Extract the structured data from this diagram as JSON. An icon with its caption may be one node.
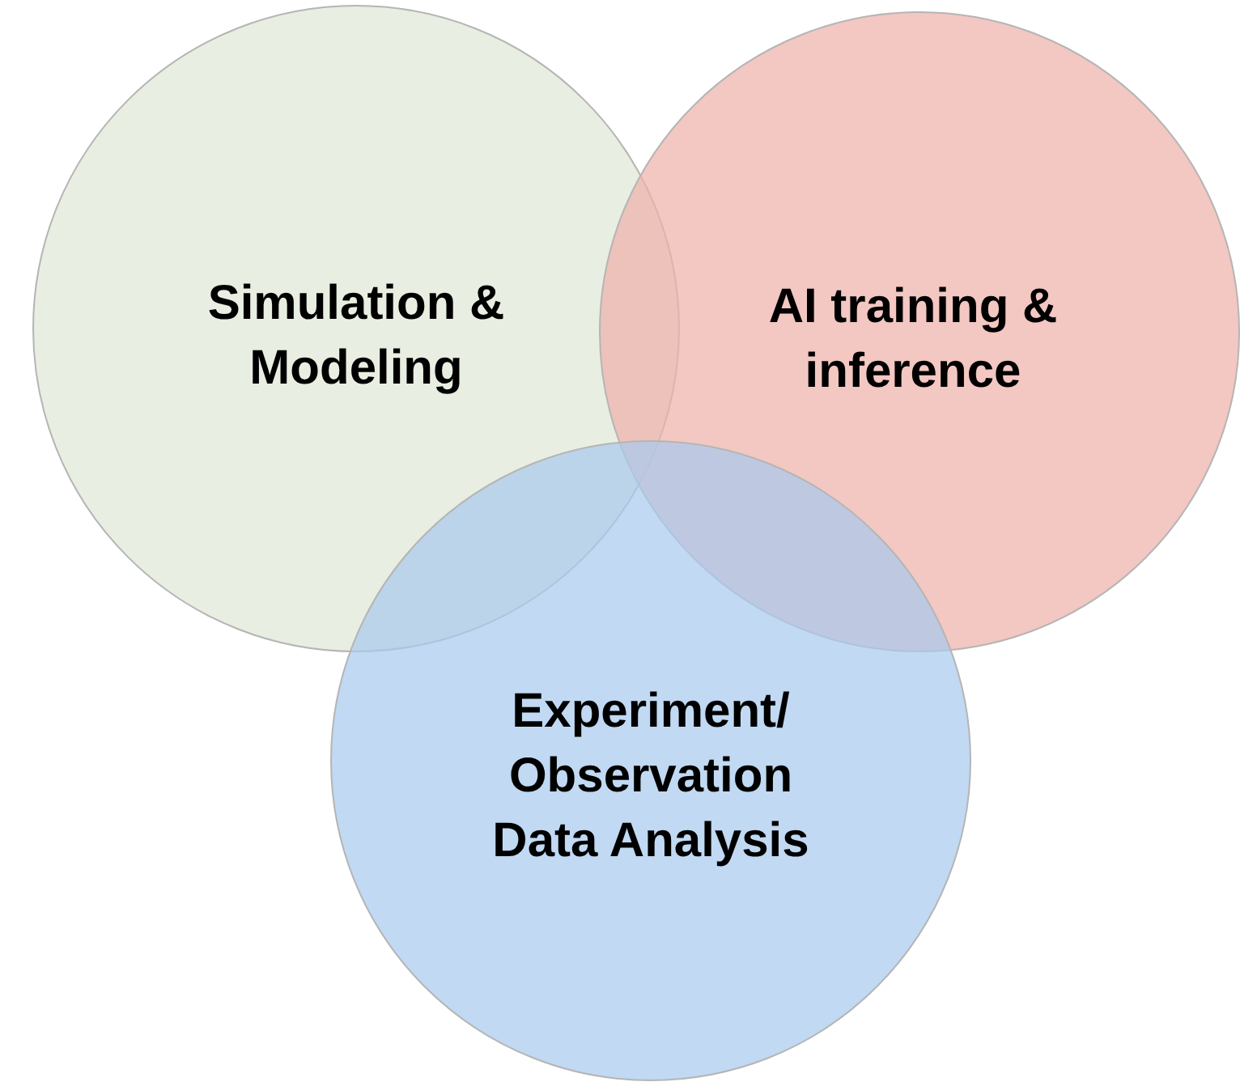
{
  "diagram": {
    "nodes": [
      {
        "text": [
          "Simulation & Modeling"
        ]
      },
      {
        "text": [
          "AI training & inference"
        ]
      },
      {
        "text": [
          "Experiment/ Observation Data Analysis"
        ]
      }
    ]
  }
}
